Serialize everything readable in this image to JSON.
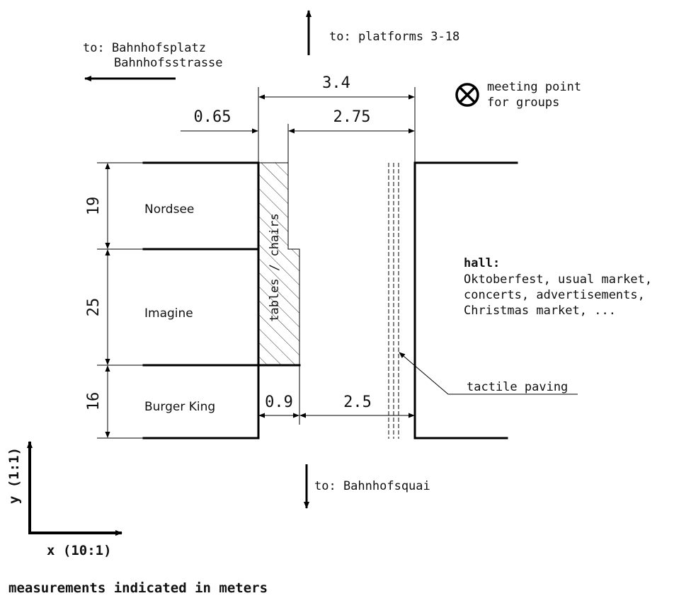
{
  "directions": {
    "bahnhofsplatz": "to: Bahnhofsplatz",
    "bahnhofsstrasse": "Bahnhofsstrasse",
    "platforms": "to: platforms 3-18",
    "bahnhofsquai": "to: Bahnhofsquai"
  },
  "meeting_point": {
    "line1": "meeting point",
    "line2": "for groups",
    "icon": "circle-cross-icon"
  },
  "dimensions": {
    "total_width": "3.4",
    "left_width": "0.65",
    "right_width": "2.75",
    "bottom_left": "0.9",
    "bottom_right": "2.5",
    "nordsee_length": "19",
    "imagine_length": "25",
    "burger_length": "16"
  },
  "shops": {
    "nordsee": "Nordsee",
    "imagine": "Imagine",
    "burger_king": "Burger King"
  },
  "seating_label": "tables / chairs",
  "hall": {
    "title": "hall:",
    "line1": "Oktoberfest, usual market,",
    "line2": "concerts, advertisements,",
    "line3": "Christmas market, ..."
  },
  "tactile_label": "tactile paving",
  "axes": {
    "y_label": "y (1:1)",
    "x_label": "x (10:1)"
  },
  "footer": "measurements indicated in meters"
}
